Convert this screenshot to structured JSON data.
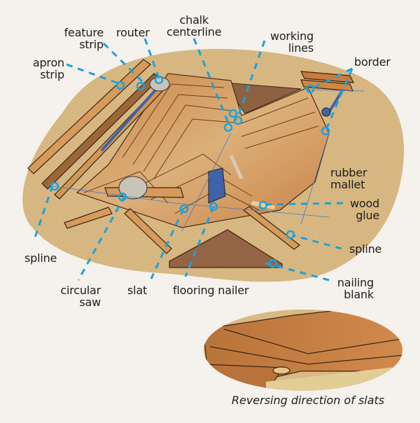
{
  "figure": {
    "title": "Parquet floor installation layout",
    "colors": {
      "background": "#f5f1ec",
      "subfloor": "#d9b984",
      "wood_light": "#d69a5a",
      "wood_dark": "#b86f36",
      "exposed_subfloor": "#8e6142",
      "callout": "#1ca3dc",
      "tool_blue": "#3f63a8",
      "text": "#1e1e1e"
    },
    "labels": [
      {
        "id": "apron-strip",
        "text": "apron\nstrip"
      },
      {
        "id": "feature-strip",
        "text": "feature\nstrip"
      },
      {
        "id": "router",
        "text": "router"
      },
      {
        "id": "chalk-centerline",
        "text": "chalk\ncenterline"
      },
      {
        "id": "working-lines",
        "text": "working\nlines"
      },
      {
        "id": "border",
        "text": "border"
      },
      {
        "id": "rubber-mallet",
        "text": "rubber\nmallet"
      },
      {
        "id": "wood-glue",
        "text": "wood\nglue"
      },
      {
        "id": "spline-right",
        "text": "spline"
      },
      {
        "id": "nailing-blank",
        "text": "nailing\nblank"
      },
      {
        "id": "spline-left",
        "text": "spline"
      },
      {
        "id": "circular-saw",
        "text": "circular\nsaw"
      },
      {
        "id": "slat",
        "text": "slat"
      },
      {
        "id": "flooring-nailer",
        "text": "flooring nailer"
      }
    ],
    "inset": {
      "caption": "Reversing direction of slats"
    }
  }
}
